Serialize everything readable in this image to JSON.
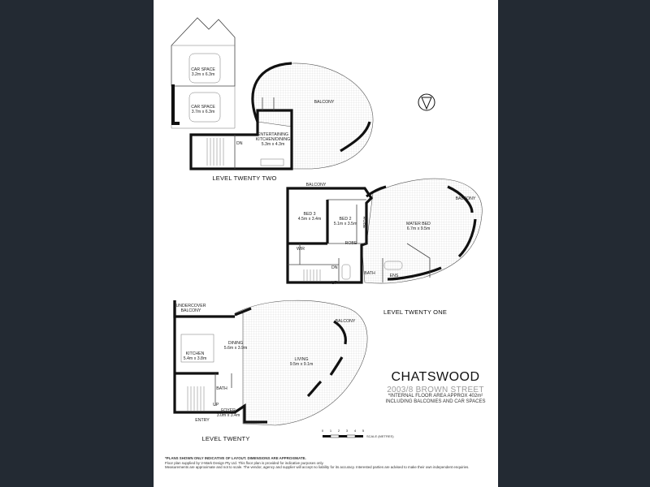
{
  "rooms": {
    "car_space_1": {
      "name": "CAR SPACE",
      "size": "3.2m x 6.3m"
    },
    "car_space_2": {
      "name": "CAR SPACE",
      "size": "3.7m x 6.3m"
    },
    "balcony_22": "BALCONY",
    "entertaining": {
      "name1": "ENTERTAINING",
      "name2": "KITCHEN/DINING",
      "size": "5.3m x 4.3m"
    },
    "dn_22": "DN",
    "balcony_21a": "BALCONY",
    "balcony_21b": "BALCONY",
    "bed3": {
      "name": "BED 3",
      "size": "4.5m x 3.4m"
    },
    "bed2": {
      "name": "BED 2",
      "size": "5.1m x 3.5m"
    },
    "robe_v": "ROBE",
    "robe_h": "ROBE",
    "master": {
      "name": "MATER BED",
      "size": "6.7m x 9.5m"
    },
    "wir": "WIR",
    "dn_21": "DN",
    "up_21": "UP",
    "bath_21": "BATH",
    "ens": "ENS",
    "undercover": {
      "line1": "UNDERCOVER",
      "line2": "BALCONY"
    },
    "balcony_20": "BALCONY",
    "dining": {
      "name": "DINING",
      "size": "5.6m x 3.9m"
    },
    "kitchen": {
      "name": "KITCHEN",
      "size": "5.4m x 3.8m"
    },
    "living": {
      "name": "LIVING",
      "size": "9.5m x 9.1m"
    },
    "bath_20": "BATH",
    "up_20": "UP",
    "foyer": {
      "name": "FOYER",
      "size": "3.0m x 3.4m"
    },
    "entry": "ENTRY"
  },
  "levels": {
    "l22": "LEVEL TWENTY TWO",
    "l21": "LEVEL TWENTY ONE",
    "l20": "LEVEL TWENTY"
  },
  "title": "CHATSWOOD",
  "address": "2003/8 BROWN STREET",
  "area_line1": "*INTERNAL FLOOR AREA APPROX 402m²",
  "area_line2": "INCLUDING BALCONIES AND CAR SPACES",
  "scale": {
    "ticks": [
      "0",
      "1",
      "2",
      "3",
      "4",
      "5"
    ],
    "label": "SCALE (METRES)"
  },
  "disclaimer": {
    "line1": "*PLANS SHOWN ONLY INDICATIVE OF LAYOUT. DIMENSIONS ARE APPROXIMATE.",
    "line2": "Floor plan supplied by V-Mark Design Pty Ltd. This floor plan is provided for indicative purposes only.",
    "line3": "Measurements are approximate and not to scale. The vendor, agency and supplier will accept no liability for its accuracy. Interested parties are advised to make their own independent enquiries."
  },
  "colors": {
    "background": "#232a33",
    "sheet": "#ffffff",
    "wall": "#111111"
  }
}
